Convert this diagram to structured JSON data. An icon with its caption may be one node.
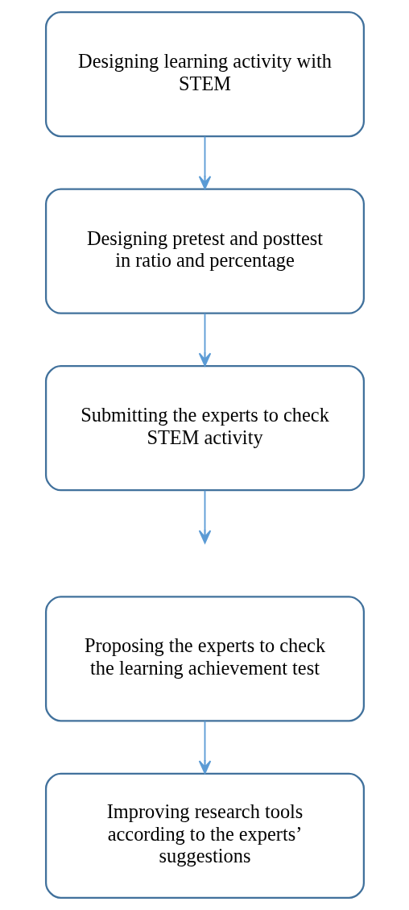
{
  "diagram": {
    "nodes": [
      {
        "text": [
          "Designing learning activity with STEM"
        ]
      },
      {
        "text": [
          "Designing pretest and posttest in ratio and percentage"
        ]
      },
      {
        "text": [
          "Submitting the experts to check STEM activity"
        ]
      },
      {
        "text": [
          "Proposing the experts to check the learning achievement test"
        ]
      },
      {
        "text": [
          "Improving research tools according to the experts’ suggestions"
        ]
      }
    ],
    "edges": [
      {
        "from": 0,
        "to": 1,
        "arrow": "to"
      },
      {
        "from": 1,
        "to": 2,
        "arrow": "to"
      },
      {
        "from": 2,
        "to": null,
        "arrow": "to"
      },
      {
        "from": 3,
        "to": 4,
        "arrow": "to"
      }
    ]
  }
}
